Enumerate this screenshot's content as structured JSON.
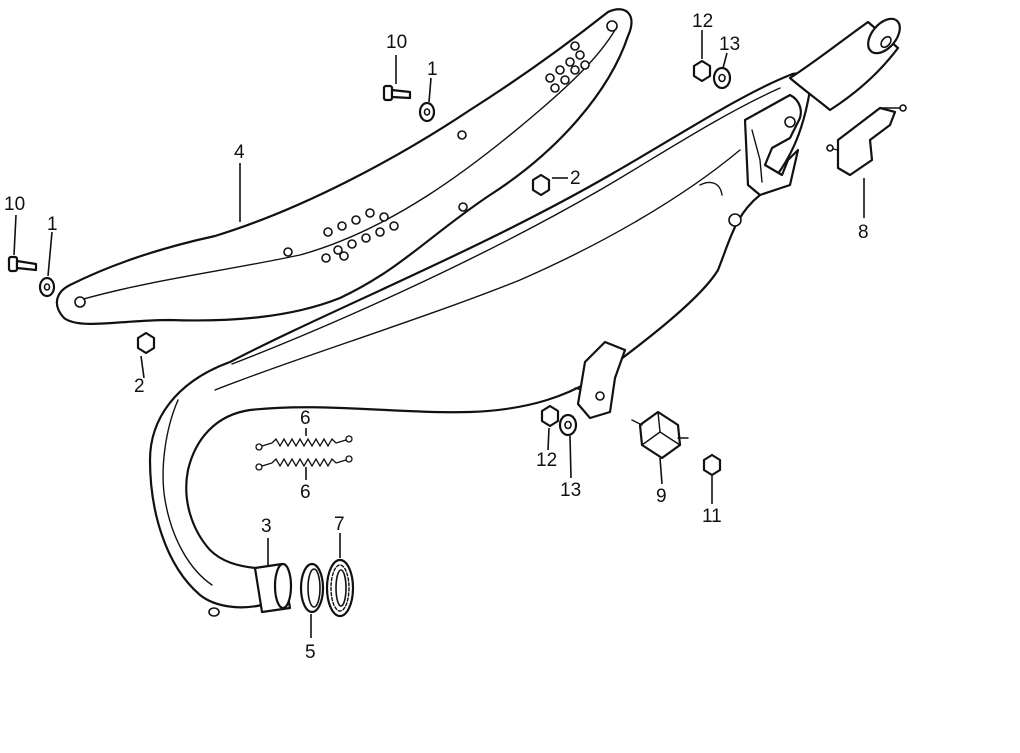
{
  "callouts": {
    "c10a": "10",
    "c1a": "1",
    "c10b": "10",
    "c1b": "1",
    "c4": "4",
    "c2a": "2",
    "c2b": "2",
    "c12a": "12",
    "c13a": "13",
    "c8": "8",
    "c6a": "6",
    "c6b": "6",
    "c12b": "12",
    "c13b": "13",
    "c9": "9",
    "c11": "11",
    "c3": "3",
    "c7": "7",
    "c5": "5"
  }
}
